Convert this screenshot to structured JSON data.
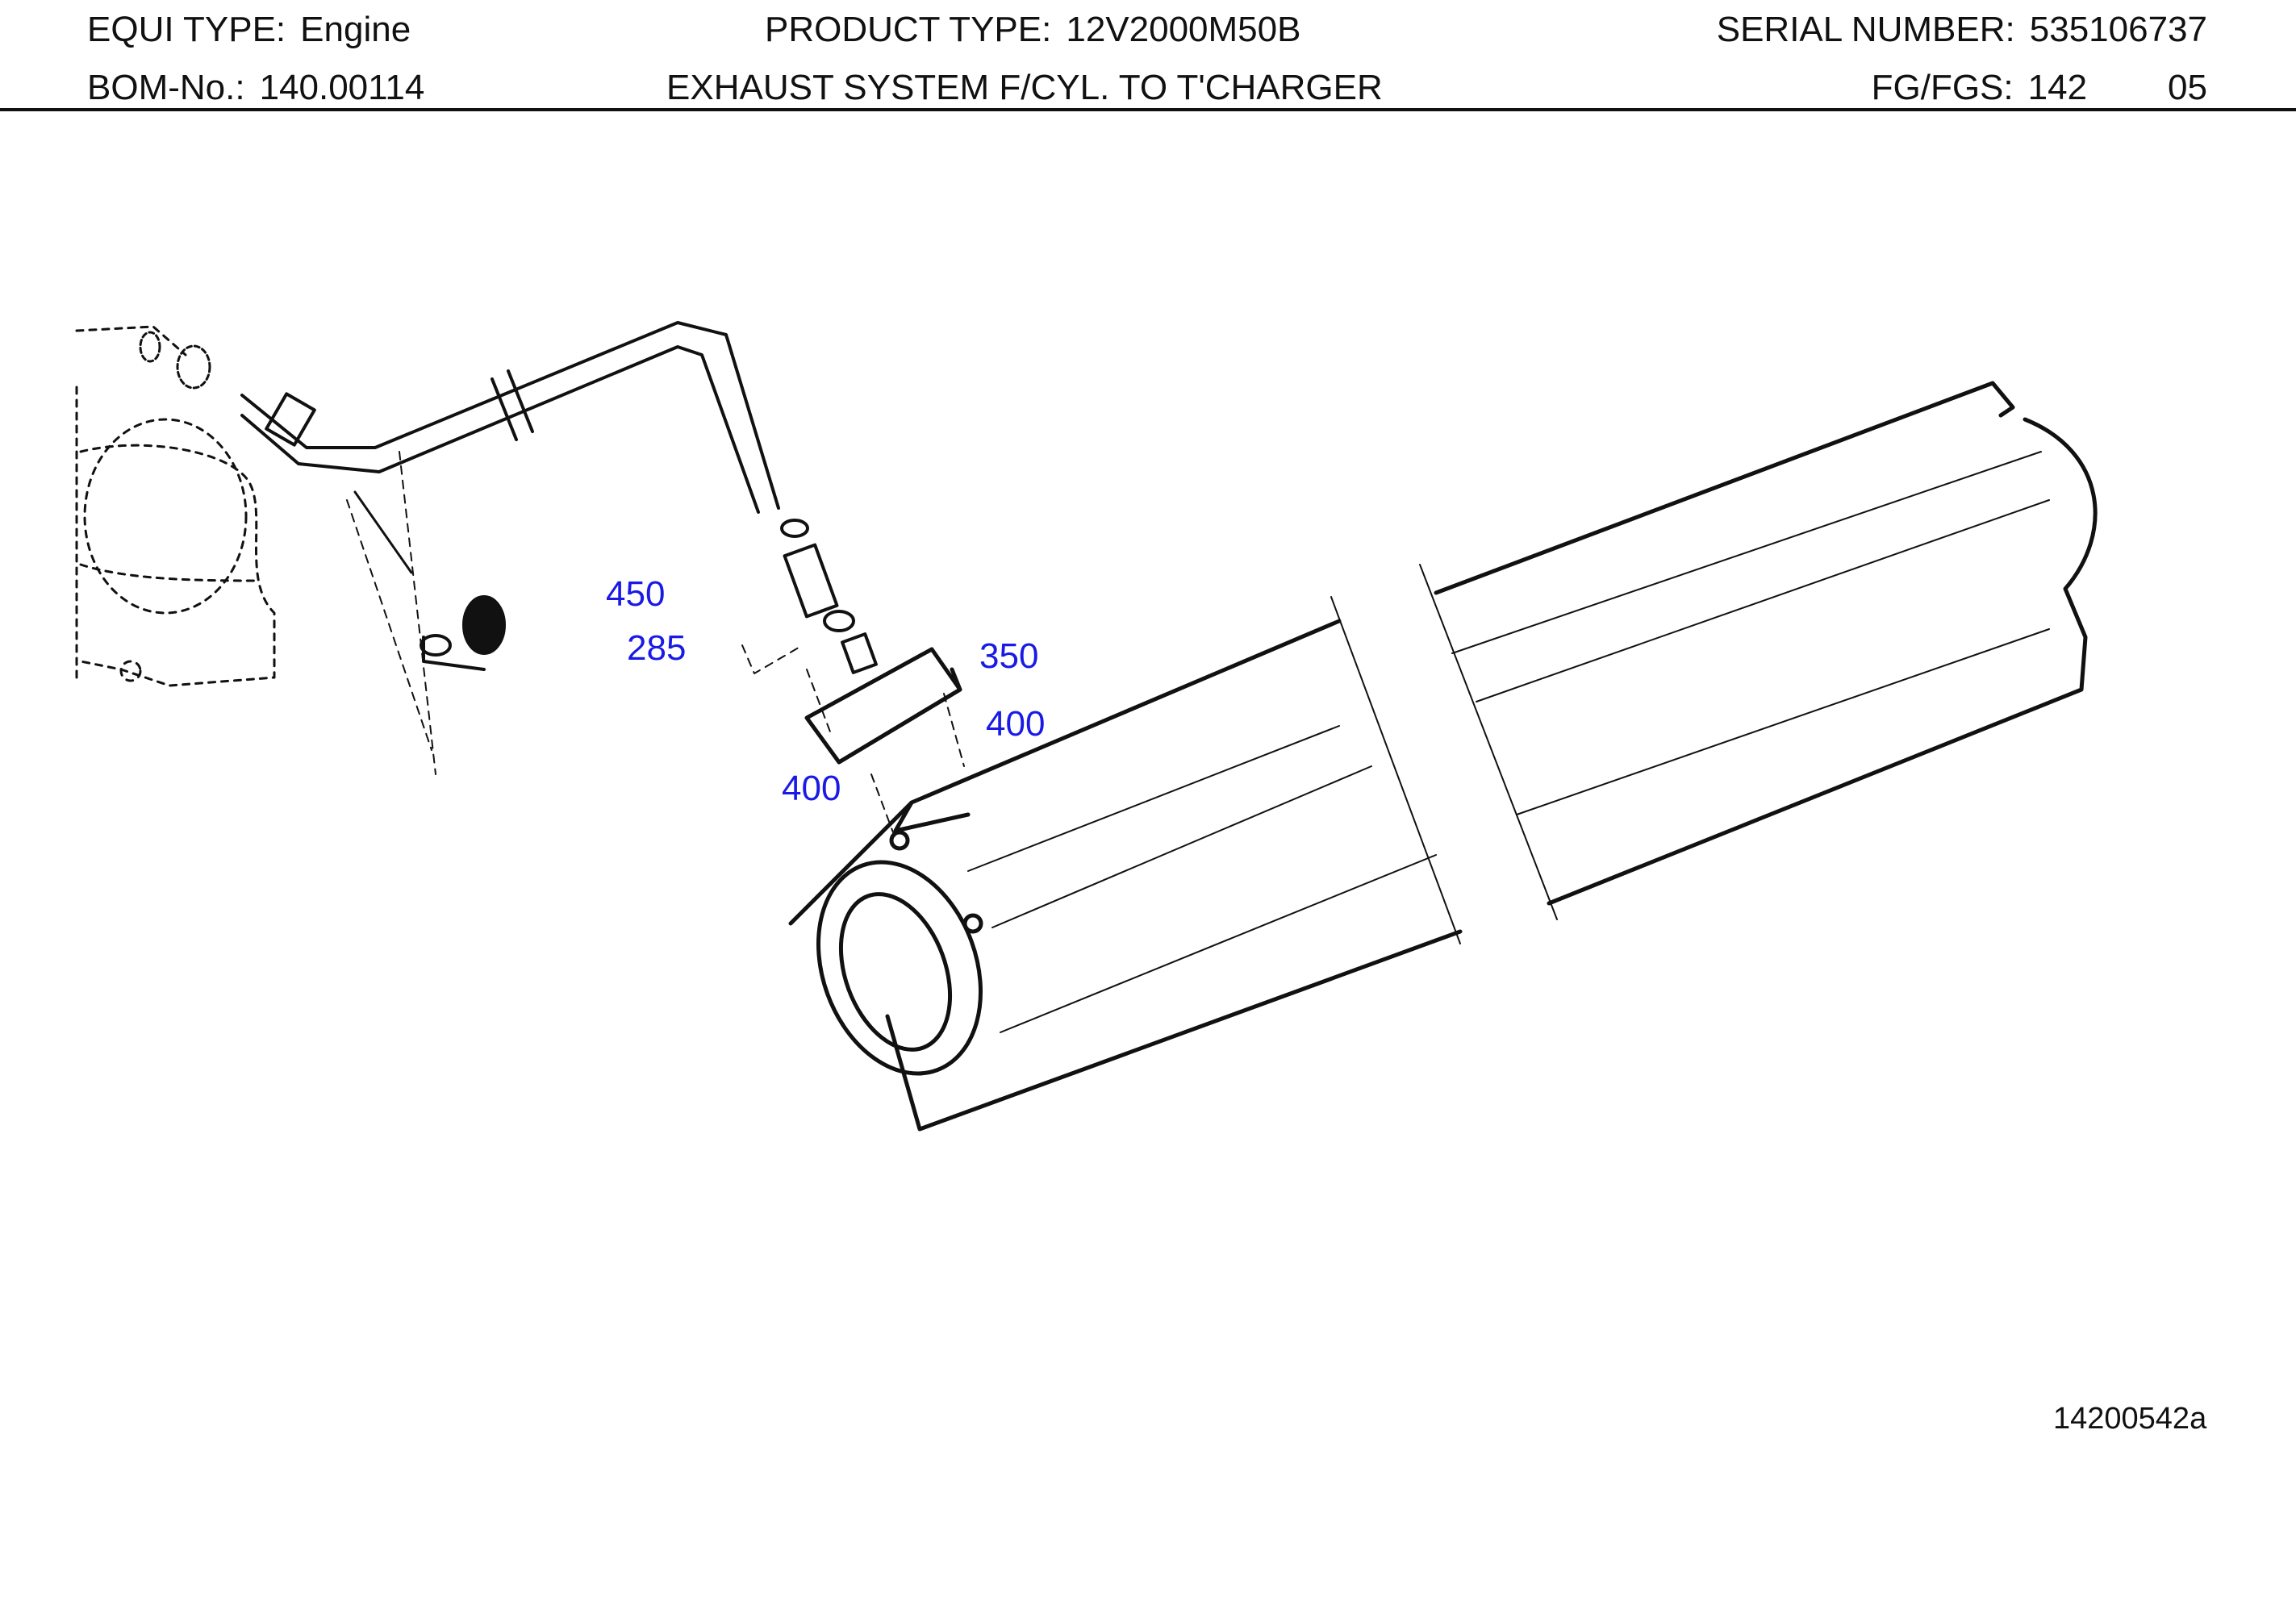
{
  "header": {
    "equi_type": {
      "label": "EQUI TYPE:",
      "value": "Engine"
    },
    "product_type": {
      "label": "PRODUCT TYPE:",
      "value": "12V2000M50B"
    },
    "serial_number": {
      "label": "SERIAL NUMBER:",
      "value": "535106737"
    },
    "bom_no": {
      "label": "BOM-No.:",
      "value": "140.00114"
    },
    "description": "EXHAUST SYSTEM F/CYL. TO T'CHARGER",
    "fg_fgs": {
      "label": "FG/FGS:",
      "fg": "142",
      "fgs": "05"
    }
  },
  "callouts": [
    {
      "id": "450",
      "label": "450"
    },
    {
      "id": "285",
      "label": "285"
    },
    {
      "id": "350",
      "label": "350"
    },
    {
      "id": "400a",
      "label": "400"
    },
    {
      "id": "400b",
      "label": "400"
    }
  ],
  "figure_number": "14200542a",
  "colors": {
    "callout": "#1a1ae6",
    "line": "#111111",
    "background": "#ffffff"
  }
}
